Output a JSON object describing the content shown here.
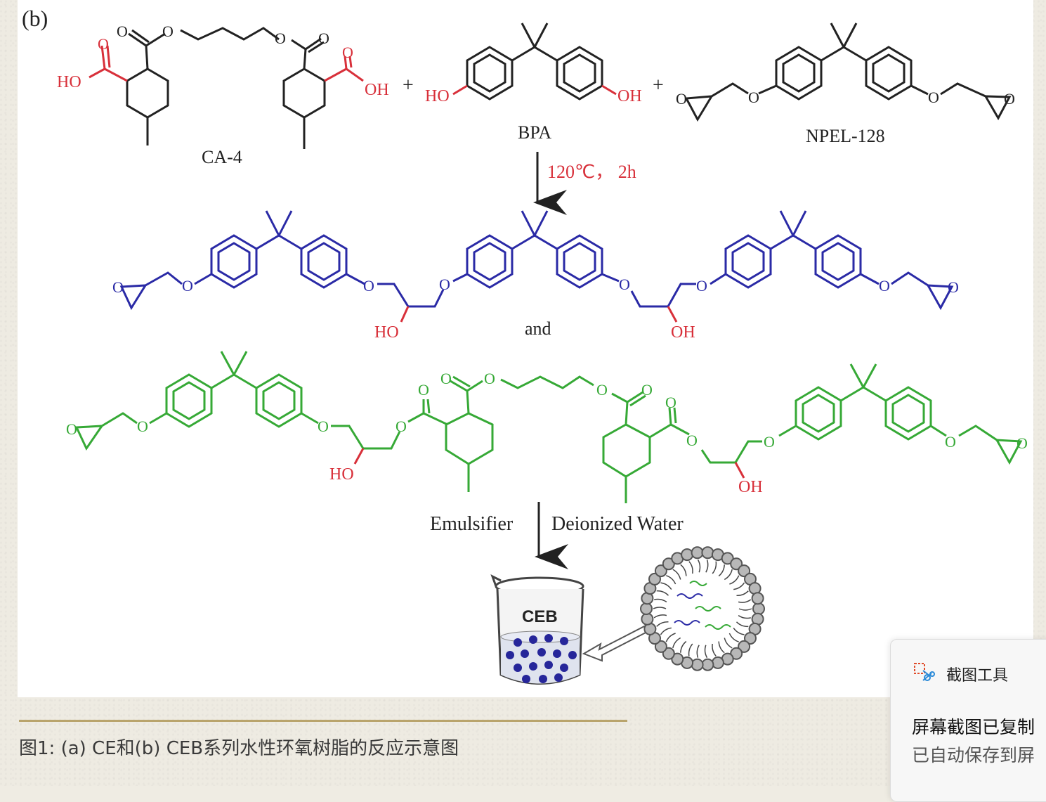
{
  "figure": {
    "panel_label": "(b)",
    "reactants": {
      "ca4": {
        "label": "CA-4",
        "ho": "HO",
        "oh": "OH",
        "o": "O"
      },
      "bpa": {
        "label": "BPA",
        "ho": "HO",
        "oh": "OH"
      },
      "npel": {
        "label": "NPEL-128",
        "o": "O"
      },
      "plus": "+"
    },
    "condition": "120℃，  2h",
    "middle_word": "and",
    "product_hydroxyl_left": "HO",
    "product_hydroxyl_right": "OH",
    "emulsion_step": {
      "left": "Emulsifier",
      "right": "Deionized Water"
    },
    "beaker_label": "CEB",
    "colors": {
      "reactant_red": "#d8303a",
      "product1_blue": "#2a2aa6",
      "product2_green": "#36a936",
      "arrow": "#222222"
    }
  },
  "caption": "图1: (a) CE和(b) CEB系列水性环氧树脂的反应示意图",
  "notification": {
    "app_name": "截图工具",
    "title": "屏幕截图已复制",
    "body": "已自动保存到屏",
    "icon": "snipping-tool-icon"
  }
}
